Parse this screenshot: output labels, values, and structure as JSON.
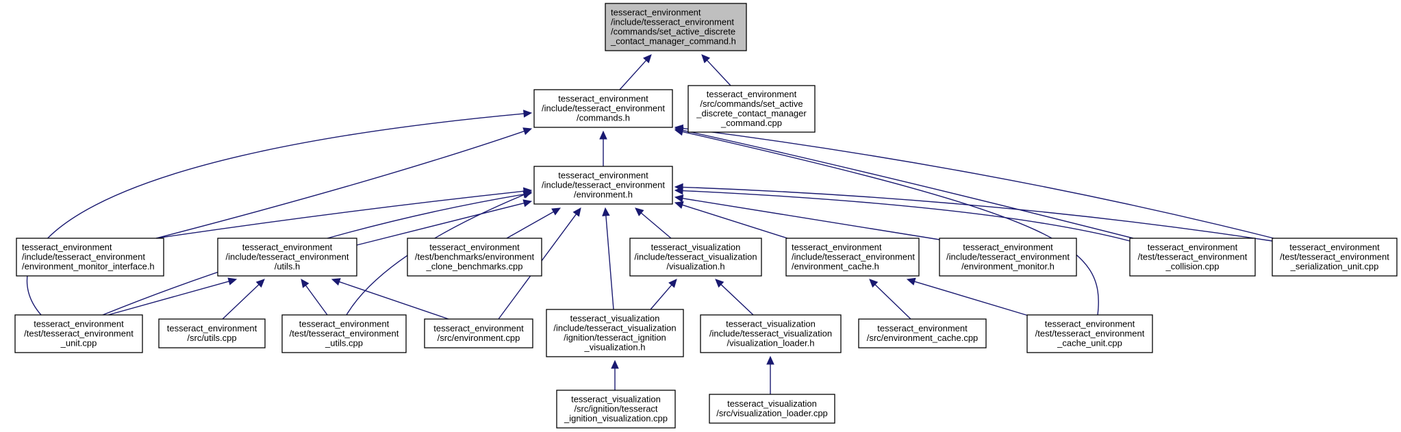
{
  "graph": {
    "nodes": [
      {
        "id": "root",
        "lines": [
          "tesseract_environment",
          "/include/tesseract_environment",
          "/commands/set_active_discrete",
          "_contact_manager_command.h"
        ],
        "align": "start",
        "highlighted": true
      },
      {
        "id": "commands_h",
        "lines": [
          "tesseract_environment",
          "/include/tesseract_environment",
          "/commands.h"
        ],
        "align": "middle"
      },
      {
        "id": "set_active_cpp",
        "lines": [
          "tesseract_environment",
          "/src/commands/set_active",
          "_discrete_contact_manager",
          "_command.cpp"
        ],
        "align": "middle"
      },
      {
        "id": "environment_h",
        "lines": [
          "tesseract_environment",
          "/include/tesseract_environment",
          "/environment.h"
        ],
        "align": "middle"
      },
      {
        "id": "monitor_interface_h",
        "lines": [
          "tesseract_environment",
          "/include/tesseract_environment",
          "/environment_monitor_interface.h"
        ],
        "align": "start"
      },
      {
        "id": "utils_h",
        "lines": [
          "tesseract_environment",
          "/include/tesseract_environment",
          "/utils.h"
        ],
        "align": "middle"
      },
      {
        "id": "bench_cpp",
        "lines": [
          "tesseract_environment",
          "/test/benchmarks/environment",
          "_clone_benchmarks.cpp"
        ],
        "align": "middle"
      },
      {
        "id": "viz_h",
        "lines": [
          "tesseract_visualization",
          "/include/tesseract_visualization",
          "/visualization.h"
        ],
        "align": "middle"
      },
      {
        "id": "env_cache_h",
        "lines": [
          "tesseract_environment",
          "/include/tesseract_environment",
          "/environment_cache.h"
        ],
        "align": "start"
      },
      {
        "id": "env_monitor_h",
        "lines": [
          "tesseract_environment",
          "/include/tesseract_environment",
          "/environment_monitor.h"
        ],
        "align": "middle"
      },
      {
        "id": "collision_cpp",
        "lines": [
          "tesseract_environment",
          "/test/tesseract_environment",
          "_collision.cpp"
        ],
        "align": "middle"
      },
      {
        "id": "serialization_cpp",
        "lines": [
          "tesseract_environment",
          "/test/tesseract_environment",
          "_serialization_unit.cpp"
        ],
        "align": "middle"
      },
      {
        "id": "unit_cpp",
        "lines": [
          "tesseract_environment",
          "/test/tesseract_environment",
          "_unit.cpp"
        ],
        "align": "middle"
      },
      {
        "id": "src_utils_cpp",
        "lines": [
          "tesseract_environment",
          "/src/utils.cpp"
        ],
        "align": "middle"
      },
      {
        "id": "test_utils_cpp",
        "lines": [
          "tesseract_environment",
          "/test/tesseract_environment",
          "_utils.cpp"
        ],
        "align": "middle"
      },
      {
        "id": "src_env_cpp",
        "lines": [
          "tesseract_environment",
          "/src/environment.cpp"
        ],
        "align": "middle"
      },
      {
        "id": "ign_viz_h",
        "lines": [
          "tesseract_visualization",
          "/include/tesseract_visualization",
          "/ignition/tesseract_ignition",
          "_visualization.h"
        ],
        "align": "middle"
      },
      {
        "id": "viz_loader_h",
        "lines": [
          "tesseract_visualization",
          "/include/tesseract_visualization",
          "/visualization_loader.h"
        ],
        "align": "middle"
      },
      {
        "id": "src_env_cache_cpp",
        "lines": [
          "tesseract_environment",
          "/src/environment_cache.cpp"
        ],
        "align": "middle"
      },
      {
        "id": "cache_unit_cpp",
        "lines": [
          "tesseract_environment",
          "/test/tesseract_environment",
          "_cache_unit.cpp"
        ],
        "align": "middle"
      },
      {
        "id": "ign_viz_cpp",
        "lines": [
          "tesseract_visualization",
          "/src/ignition/tesseract",
          "_ignition_visualization.cpp"
        ],
        "align": "middle"
      },
      {
        "id": "viz_loader_cpp",
        "lines": [
          "tesseract_visualization",
          "/src/visualization_loader.cpp"
        ],
        "align": "middle"
      }
    ],
    "edges": [
      {
        "from": "commands_h",
        "to": "root"
      },
      {
        "from": "set_active_cpp",
        "to": "root"
      },
      {
        "from": "environment_h",
        "to": "commands_h"
      },
      {
        "from": "monitor_interface_h",
        "to": "commands_h"
      },
      {
        "from": "unit_cpp",
        "to": "commands_h"
      },
      {
        "from": "cache_unit_cpp",
        "to": "commands_h"
      },
      {
        "from": "collision_cpp",
        "to": "commands_h"
      },
      {
        "from": "serialization_cpp",
        "to": "commands_h"
      },
      {
        "from": "monitor_interface_h",
        "to": "environment_h"
      },
      {
        "from": "utils_h",
        "to": "environment_h"
      },
      {
        "from": "bench_cpp",
        "to": "environment_h"
      },
      {
        "from": "viz_h",
        "to": "environment_h"
      },
      {
        "from": "env_cache_h",
        "to": "environment_h"
      },
      {
        "from": "env_monitor_h",
        "to": "environment_h"
      },
      {
        "from": "collision_cpp",
        "to": "environment_h"
      },
      {
        "from": "serialization_cpp",
        "to": "environment_h"
      },
      {
        "from": "unit_cpp",
        "to": "environment_h"
      },
      {
        "from": "test_utils_cpp",
        "to": "environment_h"
      },
      {
        "from": "src_env_cpp",
        "to": "environment_h"
      },
      {
        "from": "ign_viz_h",
        "to": "environment_h"
      },
      {
        "from": "unit_cpp",
        "to": "utils_h"
      },
      {
        "from": "src_utils_cpp",
        "to": "utils_h"
      },
      {
        "from": "test_utils_cpp",
        "to": "utils_h"
      },
      {
        "from": "src_env_cpp",
        "to": "utils_h"
      },
      {
        "from": "ign_viz_h",
        "to": "viz_h"
      },
      {
        "from": "viz_loader_h",
        "to": "viz_h"
      },
      {
        "from": "src_env_cache_cpp",
        "to": "env_cache_h"
      },
      {
        "from": "cache_unit_cpp",
        "to": "env_cache_h"
      },
      {
        "from": "ign_viz_cpp",
        "to": "ign_viz_h"
      },
      {
        "from": "viz_loader_cpp",
        "to": "viz_loader_h"
      }
    ],
    "colors": {
      "edge": "#191970",
      "highlighted_node_fill": "#bfbfbf",
      "node_fill": "#ffffff",
      "node_border": "#000000"
    }
  }
}
